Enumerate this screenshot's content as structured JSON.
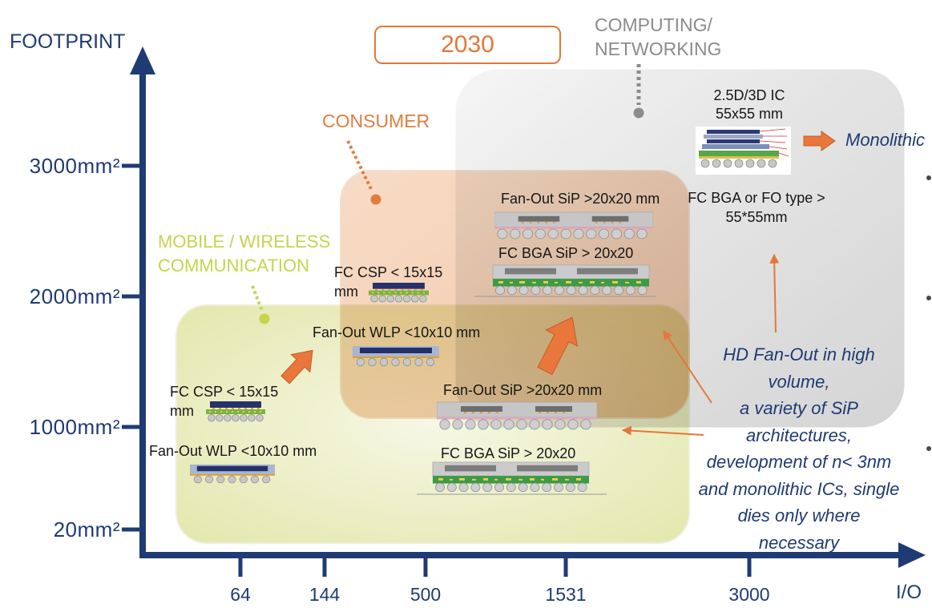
{
  "axes": {
    "y_label": "FOOTPRINT",
    "x_label": "I/O",
    "y_ticks": [
      "3000mm²",
      "2000mm²",
      "1000mm²",
      "20mm²"
    ],
    "x_ticks": [
      "64",
      "144",
      "500",
      "1531",
      "3000"
    ]
  },
  "year_badge": "2030",
  "segments": {
    "computing_networking": {
      "line1": "COMPUTING/",
      "line2": "NETWORKING"
    },
    "consumer": {
      "label": "CONSUMER"
    },
    "mobile_wireless": {
      "line1": "MOBILE / WIRELESS",
      "line2": "COMMUNICATION"
    }
  },
  "packages": {
    "ic_25d_3d": {
      "line1": "2.5D/3D IC",
      "line2": "55x55 mm"
    },
    "fc_bga_or_fo_large": {
      "line1": "FC BGA or FO type >",
      "line2": "55*55mm"
    },
    "upper_fo_sip": "Fan-Out SiP >20x20 mm",
    "upper_fc_bga_sip": "FC BGA SiP > 20x20",
    "upper_fc_csp": {
      "line1": "FC CSP < 15x15",
      "line2": "mm"
    },
    "upper_fo_wlp": "Fan-Out WLP <10x10 mm",
    "lower_fc_csp": {
      "line1": "FC CSP < 15x15",
      "line2": "mm"
    },
    "lower_fo_sip": "Fan-Out SiP >20x20 mm",
    "lower_fo_wlp": "Fan-Out WLP <10x10 mm",
    "lower_fc_bga_sip": "FC BGA SiP > 20x20"
  },
  "trend": {
    "monolithic": "Monolithic"
  },
  "note": {
    "lines": [
      "HD Fan-Out in high",
      "volume,",
      "a variety of SiP",
      "architectures,",
      "development of n< 3nm",
      "and monolithic ICs, single",
      "dies only where",
      "necessary"
    ]
  },
  "colors": {
    "axis": "#1f3b73",
    "accent_orange": "#e3783a",
    "computing_gray": "#8c8c8c",
    "consumer_orange": "#e27d3e",
    "mobile_green": "#c6d44e",
    "note_navy": "#1f3b73"
  }
}
